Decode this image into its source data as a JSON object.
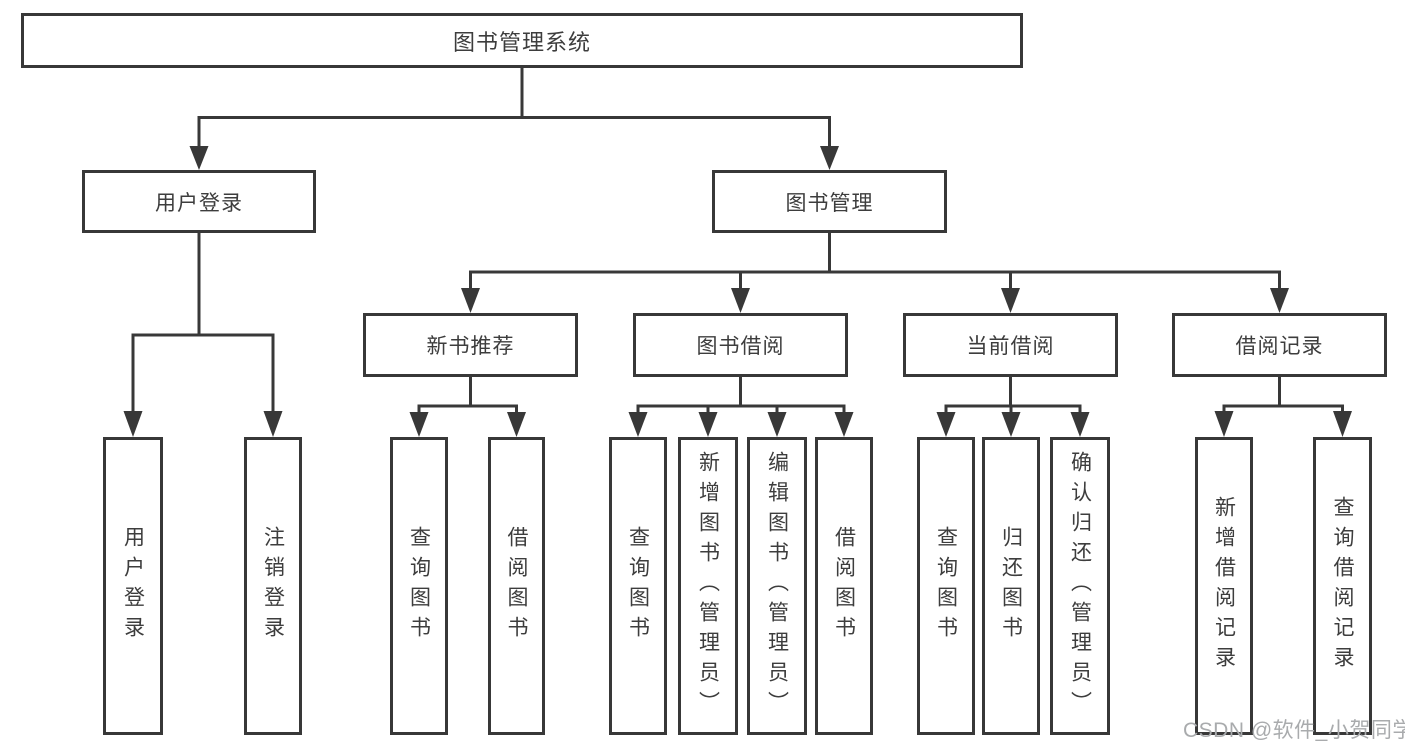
{
  "diagram_title": "图书管理系统",
  "tree": {
    "label": "图书管理系统",
    "children": [
      {
        "label": "用户登录",
        "children": [
          {
            "label": "用户登录"
          },
          {
            "label": "注销登录"
          }
        ]
      },
      {
        "label": "图书管理",
        "children": [
          {
            "label": "新书推荐",
            "children": [
              {
                "label": "查询图书"
              },
              {
                "label": "借阅图书"
              }
            ]
          },
          {
            "label": "图书借阅",
            "children": [
              {
                "label": "查询图书"
              },
              {
                "label": "新增图书（管理员）"
              },
              {
                "label": "编辑图书（管理员）"
              },
              {
                "label": "借阅图书"
              }
            ]
          },
          {
            "label": "当前借阅",
            "children": [
              {
                "label": "查询图书"
              },
              {
                "label": "归还图书"
              },
              {
                "label": "确认归还（管理员）"
              }
            ]
          },
          {
            "label": "借阅记录",
            "children": [
              {
                "label": "新增借阅记录"
              },
              {
                "label": "查询借阅记录"
              }
            ]
          }
        ]
      }
    ]
  },
  "watermark": "CSDN @软件_小贺同学",
  "colors": {
    "line": "#383838",
    "box_border": "#383838",
    "text": "#3d3d3d",
    "watermark": "#a9abad",
    "background": "#ffffff"
  }
}
